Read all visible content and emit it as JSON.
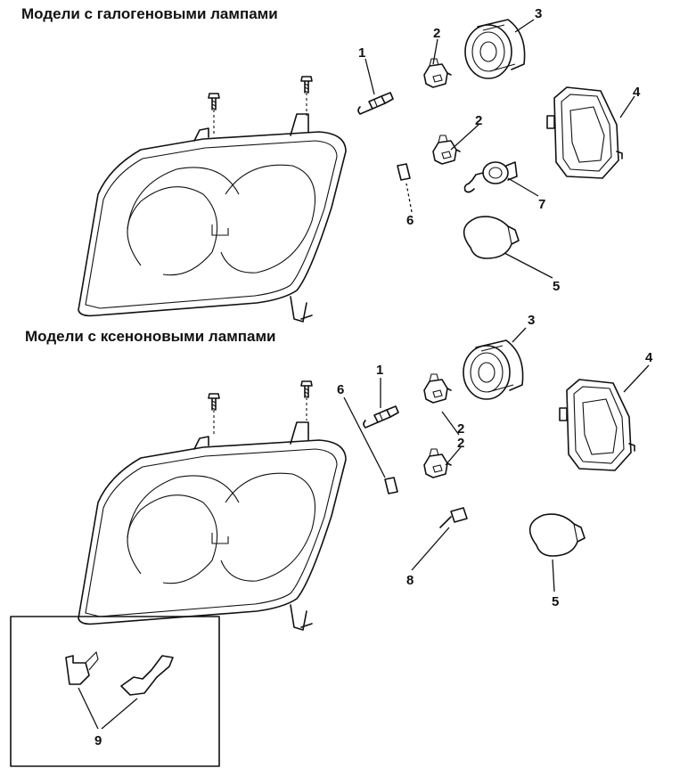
{
  "titles": {
    "halogen": "Модели с галогеновыми лампами",
    "xenon": "Модели с ксеноновыми лампами"
  },
  "callouts": {
    "halogen": [
      "1",
      "2",
      "2",
      "3",
      "4",
      "5",
      "6",
      "7"
    ],
    "xenon": [
      "1",
      "2",
      "2",
      "3",
      "4",
      "5",
      "6",
      "8"
    ],
    "inset": [
      "9"
    ]
  }
}
